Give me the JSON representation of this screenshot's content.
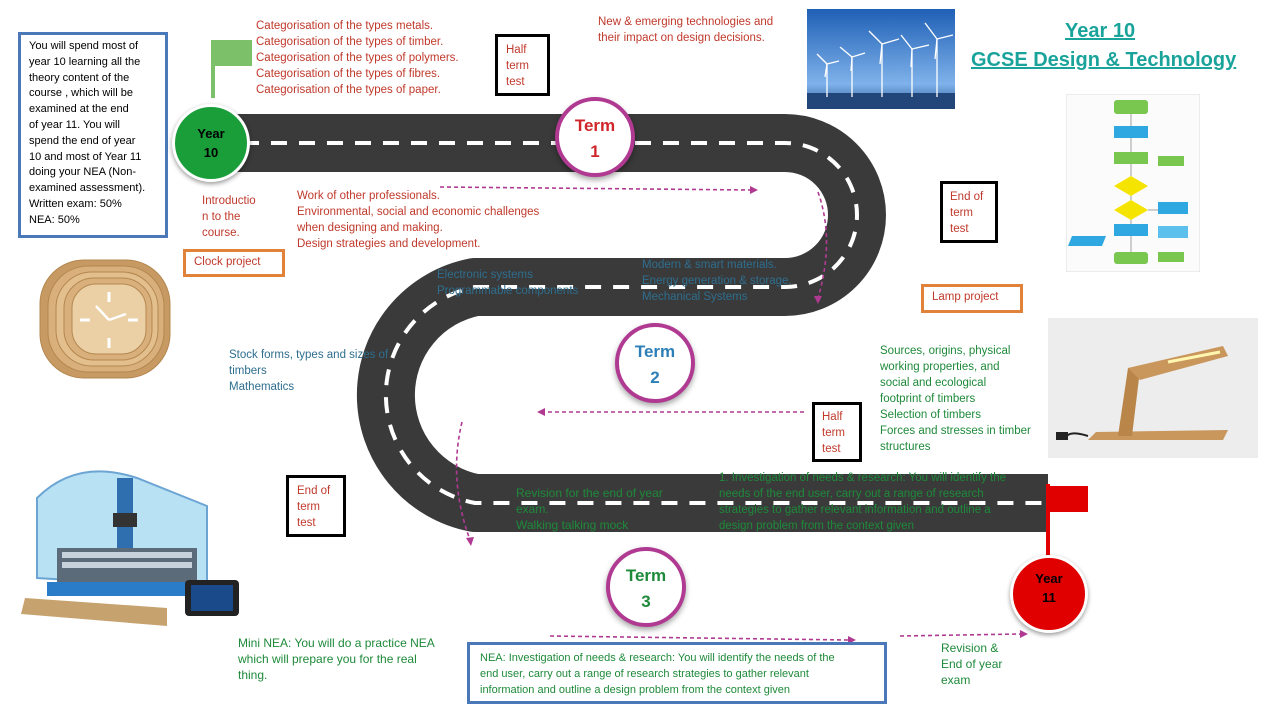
{
  "title": {
    "line1": "Year 10",
    "line2": "GCSE Design & Technology"
  },
  "intro_box": "You will spend most of\nyear 10 learning all the\ntheory content of the\ncourse , which will be\nexamined  at the end\nof year 11. You will\nspend the end of year\n10 and most of Year 11\ndoing your NEA (Non-\nexamined assessment).\nWritten exam: 50%\nNEA: 50%",
  "milestones": {
    "start": {
      "line1": "Year",
      "line2": "10",
      "color": "#1a9e3a"
    },
    "end": {
      "line1": "Year",
      "line2": "11",
      "color": "#e00000"
    },
    "term1": {
      "label": "Term",
      "number": "1",
      "color": "#d0262b"
    },
    "term2": {
      "label": "Term",
      "number": "2",
      "color": "#2d7fb8"
    },
    "term3": {
      "label": "Term",
      "number": "3",
      "color": "#1e8a3a"
    }
  },
  "notes": {
    "categorisation": "Categorisation of the types metals.\nCategorisation of the types of timber.\nCategorisation of the types of polymers.\nCategorisation of the types of fibres.\nCategorisation of the types of paper.",
    "emerging": "New & emerging technologies and\ntheir impact on design decisions.",
    "introduction": "Introductio\nn to the\ncourse.",
    "professionals": "Work of other professionals.\nEnvironmental, social and economic challenges\nwhen designing and making.\nDesign strategies and development.",
    "electronic": "Electronic systems\nProgrammable components",
    "modern": "Modern & smart materials.\nEnergy generation & storage.\nMechanical  Systems",
    "stock": "Stock forms, types and sizes of\ntimbers\nMathematics",
    "sources": "Sources, origins, physical\nworking properties, and\nsocial and ecological\nfootprint of timbers\nSelection of timbers\nForces and stresses in timber\nstructures",
    "investigation": "1. Investigation of needs & research:  You will identify the\nneeds of the end user, carry out a range of research\nstrategies to gather relevant information and outline a\ndesign problem from the context given",
    "revision_exam": "Revision for the end of year\nexam.\nWalking talking mock",
    "mini_nea": "Mini NEA: You will do a practice NEA\nwhich will prepare you for the real\nthing.",
    "revision_end": "Revision &\nEnd of year\nexam",
    "nea": "NEA: Investigation of needs & research:  You will identify the needs of the\nend user, carry out a range of research strategies to gather relevant\ninformation and outline a design problem from the context given"
  },
  "test_boxes": {
    "half_term_1": "Half\nterm\ntest",
    "end_term_1": "End of\nterm\ntest",
    "half_term_2": "Half\nterm\ntest",
    "end_term_2": "End of\nterm\ntest"
  },
  "projects": {
    "clock": "Clock project",
    "lamp": "Lamp project"
  },
  "colors": {
    "road": "#3a3a3a",
    "accent_red": "#c0392b",
    "accent_blue": "#2e6e8e",
    "accent_green": "#1e8a3a",
    "arrow": "#b03a92",
    "title": "#1aa39a"
  },
  "images": [
    "wind-turbines-image",
    "flowchart-image",
    "wooden-clock-image",
    "desk-lamp-image",
    "cnc-machine-image"
  ]
}
